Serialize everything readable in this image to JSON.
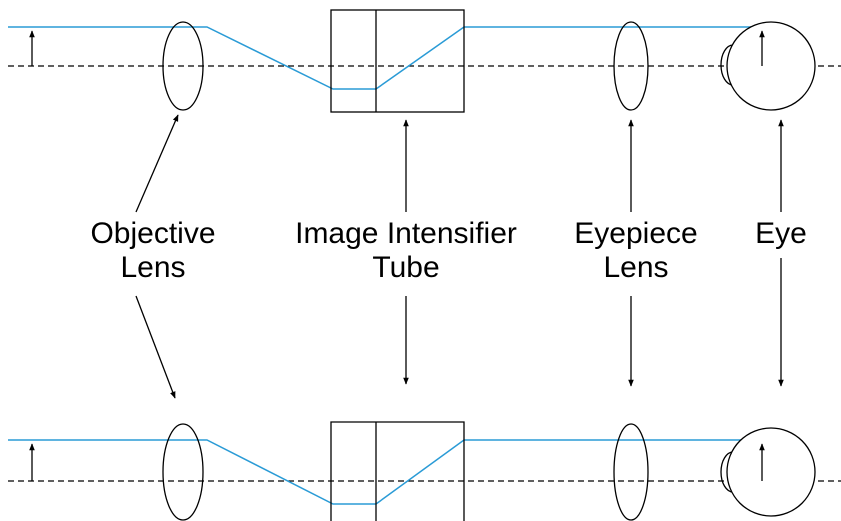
{
  "colors": {
    "ray": "#2A9BD6",
    "line": "#000000",
    "background": "#FFFFFF"
  },
  "labels": {
    "objective": {
      "line1": "Objective",
      "line2": "Lens"
    },
    "tube": {
      "line1": "Image Intensifier",
      "line2": "Tube"
    },
    "eyepiece": {
      "line1": "Eyepiece",
      "line2": "Lens"
    },
    "eye": {
      "line1": "Eye"
    }
  }
}
